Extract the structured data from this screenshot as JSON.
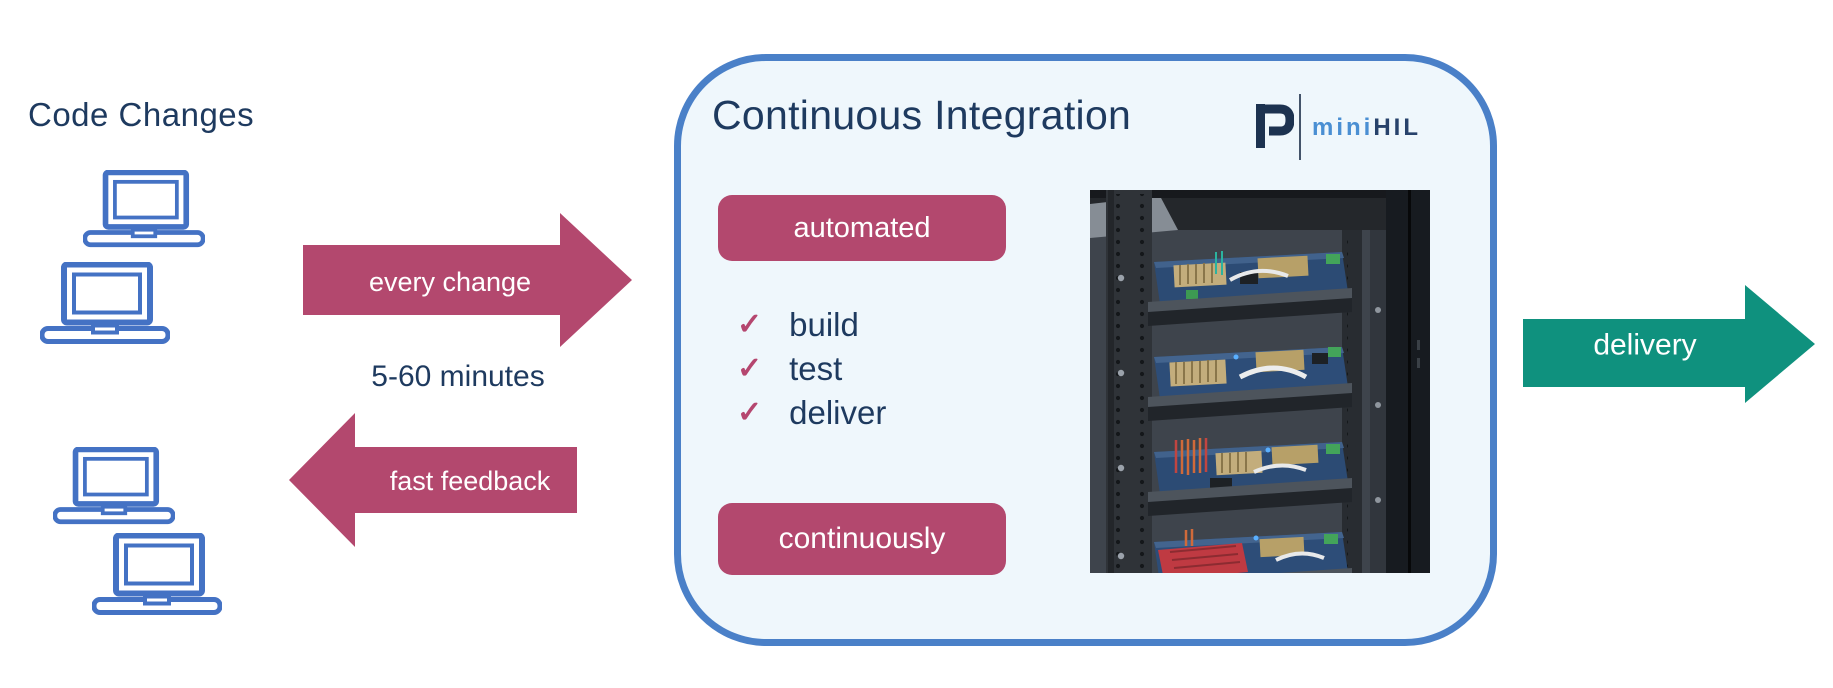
{
  "colors": {
    "navy_text": "#1e3a5f",
    "magenta_accent": "#b3486e",
    "teal_accent": "#0f917e",
    "laptop_blue": "#4472c4",
    "box_border_blue": "#4a80c8",
    "box_fill": "#eff7fc",
    "logo_light_blue": "#4a8fd3",
    "logo_dark_navy": "#27426b"
  },
  "left_panel": {
    "title": "Code Changes"
  },
  "flow": {
    "forward_label": "every change",
    "duration": "5-60 minutes",
    "backward_label": "fast feedback"
  },
  "ci_box": {
    "title": "Continuous Integration",
    "logo": {
      "letter": "P",
      "brand_light": "mini",
      "brand_dark": "HIL"
    },
    "top_badge": "automated",
    "checklist": [
      {
        "glyph": "✓",
        "label": "build"
      },
      {
        "glyph": "✓",
        "label": "test"
      },
      {
        "glyph": "✓",
        "label": "deliver"
      }
    ],
    "bottom_badge": "continuously"
  },
  "output": {
    "delivery_label": "delivery"
  }
}
